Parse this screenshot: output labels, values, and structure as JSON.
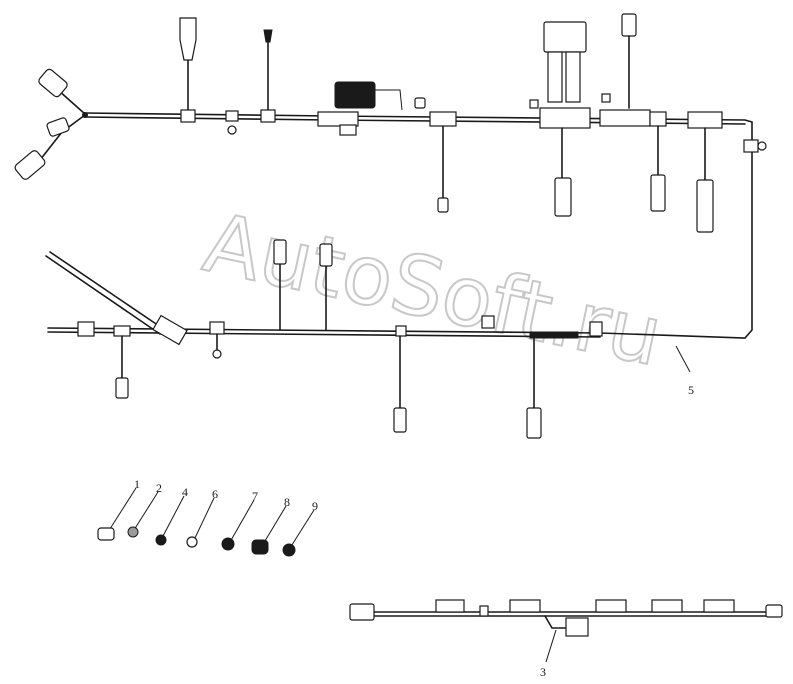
{
  "watermark": "AutoSoft.ru",
  "callouts": {
    "c1": "1",
    "c2": "2",
    "c4": "4",
    "c6": "6",
    "c7": "7",
    "c8": "8",
    "c9": "9",
    "c5": "5",
    "c3": "3"
  }
}
